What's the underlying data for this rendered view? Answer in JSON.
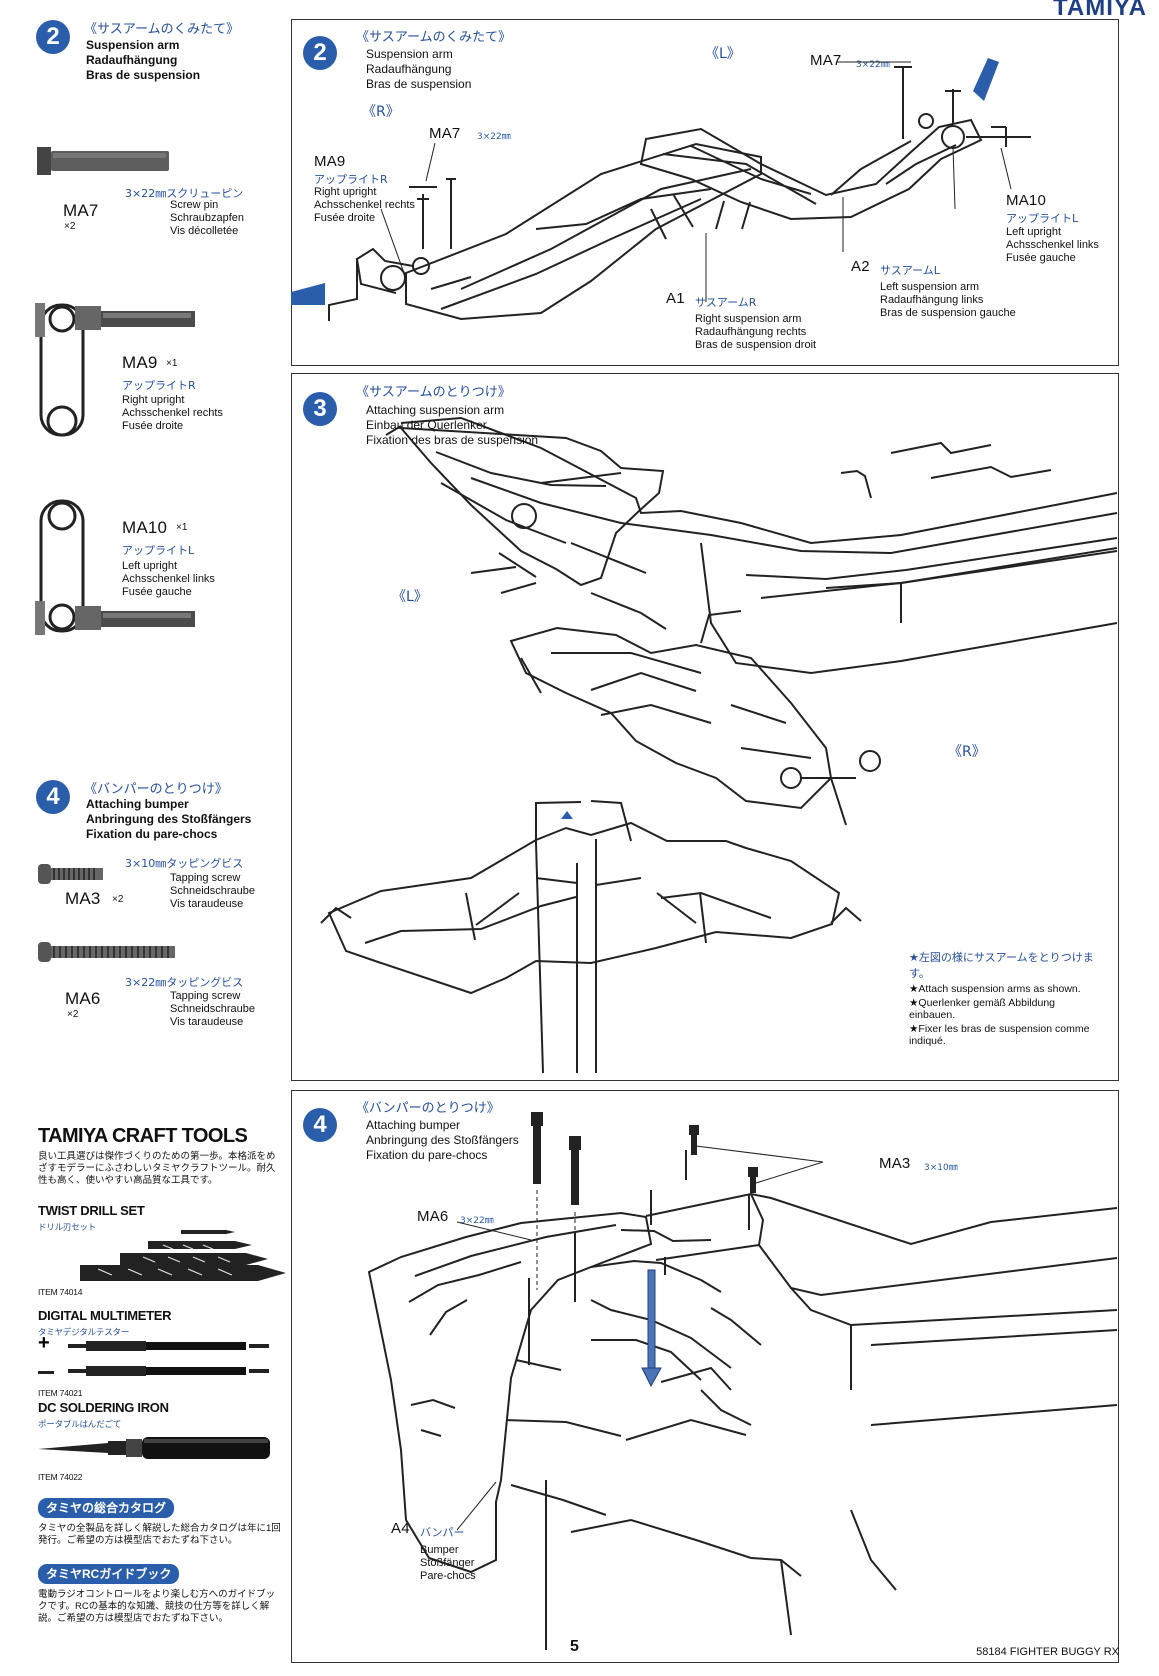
{
  "page": {
    "brand": "TAMIYA",
    "page_number": "5",
    "footer_model": "58184 FIGHTER BUGGY RX"
  },
  "left": {
    "step2": {
      "number": "2",
      "jp": "《サスアームのくみたて》",
      "en": "Suspension arm",
      "de": "Radaufhängung",
      "fr": "Bras de suspension"
    },
    "ma7": {
      "label": "MA7",
      "qty": "×2",
      "jp": "3×22㎜スクリューピン",
      "en": "Screw pin",
      "de": "Schraubzapfen",
      "fr": "Vis décolletée"
    },
    "ma9": {
      "label": "MA9",
      "qty": "×1",
      "jp": "アップライトR",
      "en": "Right upright",
      "de": "Achsschenkel rechts",
      "fr": "Fusée droite"
    },
    "ma10": {
      "label": "MA10",
      "qty": "×1",
      "jp": "アップライトL",
      "en": "Left upright",
      "de": "Achsschenkel links",
      "fr": "Fusée gauche"
    },
    "step4": {
      "number": "4",
      "jp": "《バンパーのとりつけ》",
      "en": "Attaching bumper",
      "de": "Anbringung des Stoßfängers",
      "fr": "Fixation du pare-chocs"
    },
    "ma3": {
      "label": "MA3",
      "qty": "×2",
      "jp": "3×10㎜タッピングビス",
      "en": "Tapping screw",
      "de": "Schneidschraube",
      "fr": "Vis taraudeuse"
    },
    "ma6": {
      "label": "MA6",
      "qty": "×2",
      "jp": "3×22㎜タッピングビス",
      "en": "Tapping screw",
      "de": "Schneidschraube",
      "fr": "Vis taraudeuse"
    }
  },
  "crafttools": {
    "title": "TAMIYA CRAFT TOOLS",
    "intro": "良い工具選びは傑作づくりのための第一歩。本格派をめざすモデラーにふさわしいタミヤクラフトツール。耐久性も高く、使いやすい高品質な工具です。",
    "twist": {
      "title": "TWIST DRILL SET",
      "jp": "ドリル刃セット",
      "item": "ITEM 74014"
    },
    "multimeter": {
      "title": "DIGITAL MULTIMETER",
      "jp": "タミヤデジタルテスター",
      "item": "ITEM 74021"
    },
    "iron": {
      "title": "DC SOLDERING IRON",
      "jp": "ポータブルはんだごて",
      "item": "ITEM 74022"
    },
    "catalog": {
      "label": "タミヤの総合カタログ",
      "text": "タミヤの全製品を詳しく解説した総合カタログは年に1回発行。ご希望の方は模型店でおたずね下さい。"
    },
    "guide": {
      "label": "タミヤRCガイドブック",
      "text": "電動ラジオコントロールをより楽しむ方へのガイドブックです。RCの基本的な知識、競技の仕方等を詳しく解説。ご希望の方は模型店でおたずね下さい。"
    }
  },
  "step2_box": {
    "number": "2",
    "jp": "《サスアームのくみたて》",
    "en": "Suspension arm",
    "de": "Radaufhängung",
    "fr": "Bras de suspension",
    "side_R": "《R》",
    "side_L": "《L》",
    "ma7_label": "MA7",
    "ma7_spec": "3×22㎜",
    "ma7_label_l": "MA7",
    "ma7_spec_l": "3×22㎜",
    "ma9": {
      "label": "MA9",
      "jp": "アップライトR",
      "en": "Right upright",
      "de": "Achsschenkel rechts",
      "fr": "Fusée droite"
    },
    "ma10": {
      "label": "MA10",
      "jp": "アップライトL",
      "en": "Left upright",
      "de": "Achsschenkel links",
      "fr": "Fusée gauche"
    },
    "a1": {
      "label": "A1",
      "jp": "サスアームR",
      "en": "Right suspension arm",
      "de": "Radaufhängung rechts",
      "fr": "Bras de suspension droit"
    },
    "a2": {
      "label": "A2",
      "jp": "サスアームL",
      "en": "Left suspension arm",
      "de": "Radaufhängung links",
      "fr": "Bras de suspension gauche"
    }
  },
  "step3_box": {
    "number": "3",
    "jp": "《サスアームのとりつけ》",
    "en": "Attaching suspension arm",
    "de": "Einbau der Querlenker",
    "fr": "Fixation des bras de suspension",
    "side_L": "《L》",
    "side_R": "《R》",
    "note_jp": "★左図の様にサスアームをとりつけます。",
    "note_en": "★Attach suspension arms as shown.",
    "note_de": "★Querlenker gemäß Abbildung einbauen.",
    "note_fr": "★Fixer les bras de suspension comme indiqué."
  },
  "step4_box": {
    "number": "4",
    "jp": "《バンパーのとりつけ》",
    "en": "Attaching bumper",
    "de": "Anbringung des Stoßfängers",
    "fr": "Fixation du pare-chocs",
    "ma6_label": "MA6",
    "ma6_spec": "3×22㎜",
    "ma3_label": "MA3",
    "ma3_spec": "3×10㎜",
    "a4": {
      "label": "A4",
      "jp": "バンパー",
      "en": "Bumper",
      "de": "Stoßfänger",
      "fr": "Pare-chocs"
    }
  }
}
